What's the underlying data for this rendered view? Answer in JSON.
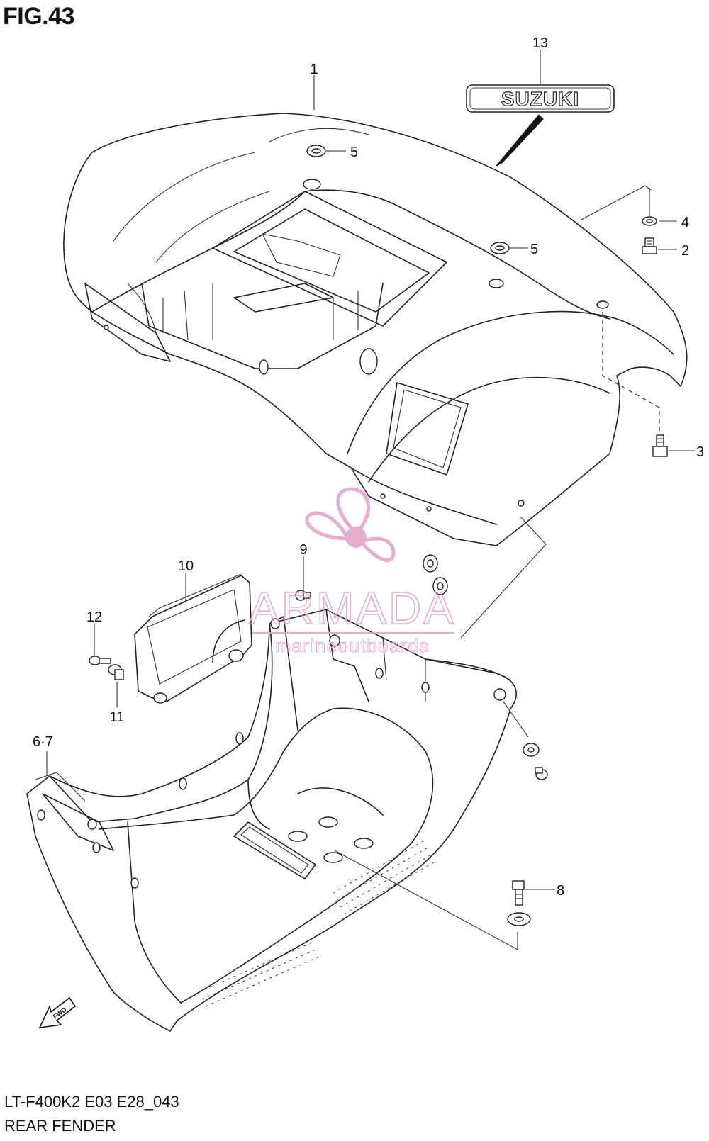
{
  "figure": {
    "title": "FIG.43",
    "model_code": "LT-F400K2 E03 E28_043",
    "name": "REAR FENDER"
  },
  "badge": {
    "text": "SUZUKI"
  },
  "fwd_arrow": {
    "text": "FWD"
  },
  "watermark": {
    "brand": "ARMADA",
    "tagline": "marineoutboards",
    "color": "#e3a6c9"
  },
  "callouts": [
    {
      "id": "c1",
      "label": "1"
    },
    {
      "id": "c2",
      "label": "2"
    },
    {
      "id": "c3",
      "label": "3"
    },
    {
      "id": "c4",
      "label": "4"
    },
    {
      "id": "c5a",
      "label": "5"
    },
    {
      "id": "c5b",
      "label": "5"
    },
    {
      "id": "c67",
      "label": "6·7"
    },
    {
      "id": "c8",
      "label": "8"
    },
    {
      "id": "c9",
      "label": "9"
    },
    {
      "id": "c10",
      "label": "10"
    },
    {
      "id": "c11",
      "label": "11"
    },
    {
      "id": "c12",
      "label": "12"
    },
    {
      "id": "c13",
      "label": "13"
    }
  ]
}
